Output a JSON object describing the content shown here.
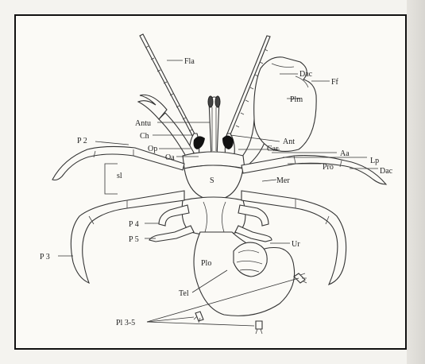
{
  "diagram": {
    "labels": {
      "fla": "Fla",
      "dac_top": "Dac",
      "ff": "Ff",
      "plm": "Plm",
      "antu": "Antu",
      "ch": "Ch",
      "op": "Op",
      "oa": "Oa",
      "ant": "Ant",
      "car": "Car",
      "aa": "Aa",
      "lp": "Lp",
      "pro": "Pro",
      "dac_right": "Dac",
      "p2": "P 2",
      "sl": "sl",
      "s": "S",
      "mer": "Mer",
      "p4": "P 4",
      "p5": "P 5",
      "ur": "Ur",
      "p3": "P 3",
      "plo": "Plo",
      "tel": "Tel",
      "pl35": "Pl 3-5"
    },
    "colors": {
      "ink": "#222222",
      "paper": "#fbfaf6",
      "eye": "#111111"
    }
  }
}
